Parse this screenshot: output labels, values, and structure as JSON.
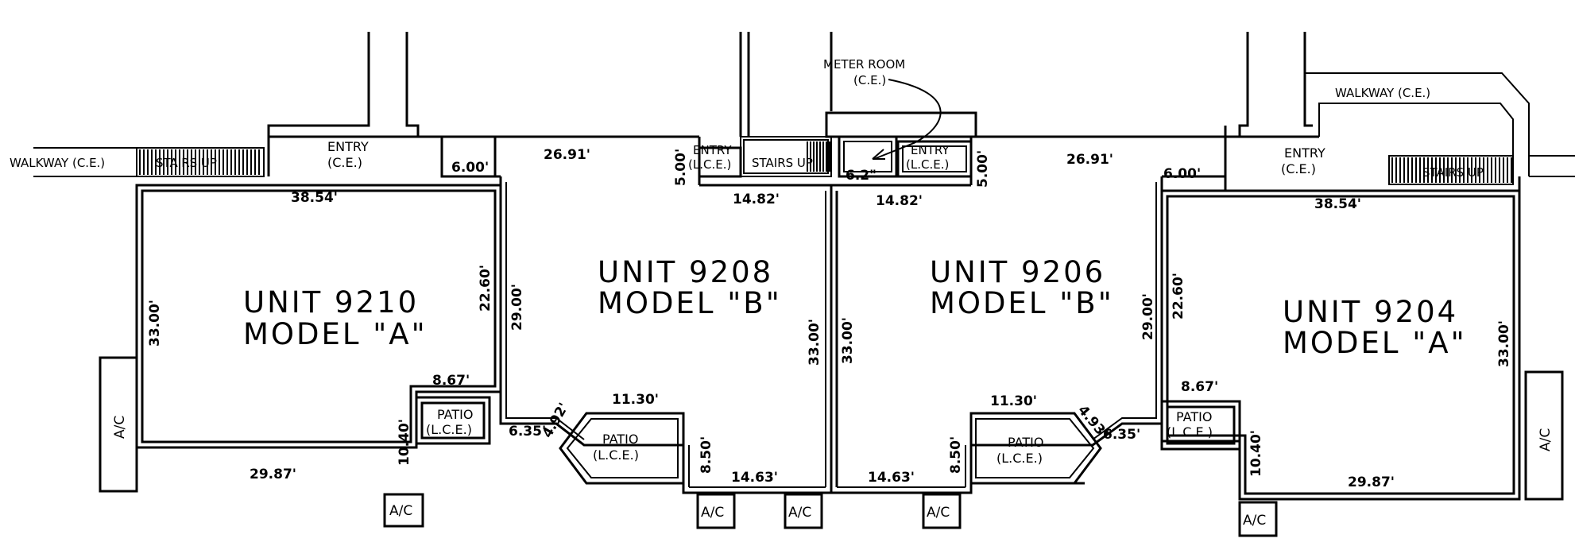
{
  "units": [
    {
      "unit": "UNIT 9210",
      "model": "MODEL \"A\""
    },
    {
      "unit": "UNIT 9208",
      "model": "MODEL \"B\""
    },
    {
      "unit": "UNIT 9206",
      "model": "MODEL \"B\""
    },
    {
      "unit": "UNIT 9204",
      "model": "MODEL \"A\""
    }
  ],
  "labels": {
    "walkway_left": "WALKWAY (C.E.)",
    "stairs_left": "STAIRS UP",
    "entry_left": "ENTRY",
    "entry_left_ce": "(C.E.)",
    "entry_9208": "ENTRY",
    "entry_9208_lce": "(L.C.E.)",
    "stairs_center": "STAIRS UP",
    "meter_room": "METER ROOM",
    "meter_room_ce": "(C.E.)",
    "entry_9206": "ENTRY",
    "entry_9206_lce": "(L.C.E.)",
    "walkway_right": "WALKWAY (C.E.)",
    "entry_right": "ENTRY",
    "entry_right_ce": "(C.E.)",
    "stairs_right": "STAIRS UP",
    "patio_1": "PATIO",
    "patio_1_lce": "(L.C.E.)",
    "patio_2": "PATIO",
    "patio_2_lce": "(L.C.E.)",
    "patio_3": "PATIO",
    "patio_3_lce": "(L.C.E.)",
    "patio_4": "PATIO",
    "patio_4_lce": "(L.C.E.)",
    "ac": "A/C"
  },
  "dimensions": {
    "d_38_54_left": "38.54'",
    "d_6_00_left": "6.00'",
    "d_26_91_left": "26.91'",
    "d_5_00_left": "5.00'",
    "d_14_82_left": "14.82'",
    "d_6_2": "6.2\"",
    "d_14_82_right": "14.82'",
    "d_5_00_right": "5.00'",
    "d_26_91_right": "26.91'",
    "d_6_00_right": "6.00'",
    "d_38_54_right": "38.54'",
    "d_33_00_a": "33.00'",
    "d_22_60_left": "22.60'",
    "d_29_00_left": "29.00'",
    "d_33_00_b": "33.00'",
    "d_33_00_c": "33.00'",
    "d_29_00_right": "29.00'",
    "d_22_60_right": "22.60'",
    "d_33_00_d": "33.00'",
    "d_8_67_left": "8.67'",
    "d_10_40_left": "10.40'",
    "d_6_35_left": "6.35'",
    "d_4_92_left": "4.92'",
    "d_11_30_left": "11.30'",
    "d_8_50_left": "8.50'",
    "d_14_63_left": "14.63'",
    "d_29_87_left": "29.87'",
    "d_14_63_right": "14.63'",
    "d_8_50_right": "8.50'",
    "d_11_30_right": "11.30'",
    "d_4_93_right": "4.93'",
    "d_6_35_right": "6.35'",
    "d_8_67_right": "8.67'",
    "d_10_40_right": "10.40'",
    "d_29_87_right": "29.87'"
  }
}
